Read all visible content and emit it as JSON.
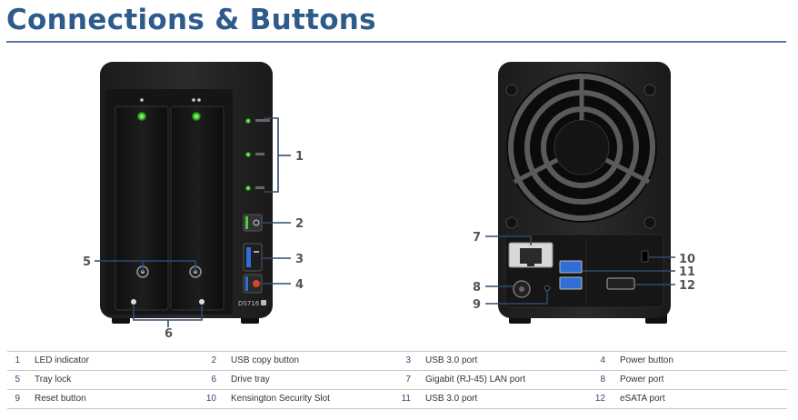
{
  "page": {
    "title": "Connections & Buttons"
  },
  "front": {
    "model_label": "DS716"
  },
  "callouts": [
    "1",
    "2",
    "3",
    "4",
    "5",
    "6",
    "7",
    "8",
    "9",
    "10",
    "11",
    "12"
  ],
  "legend": {
    "rows": [
      [
        {
          "num": "1",
          "label": "LED indicator"
        },
        {
          "num": "2",
          "label": "USB copy button"
        },
        {
          "num": "3",
          "label": "USB 3.0 port"
        },
        {
          "num": "4",
          "label": "Power button"
        }
      ],
      [
        {
          "num": "5",
          "label": "Tray lock"
        },
        {
          "num": "6",
          "label": "Drive tray"
        },
        {
          "num": "7",
          "label": "Gigabit (RJ-45) LAN port"
        },
        {
          "num": "8",
          "label": "Power port"
        }
      ],
      [
        {
          "num": "9",
          "label": "Reset button"
        },
        {
          "num": "10",
          "label": "Kensington Security Slot"
        },
        {
          "num": "11",
          "label": "USB 3.0 port"
        },
        {
          "num": "12",
          "label": "eSATA port"
        }
      ]
    ]
  },
  "colors": {
    "title": "#2e5a8c",
    "led": "#4ccf3a",
    "usb": "#2f6fd6",
    "power": "#d4472b"
  }
}
